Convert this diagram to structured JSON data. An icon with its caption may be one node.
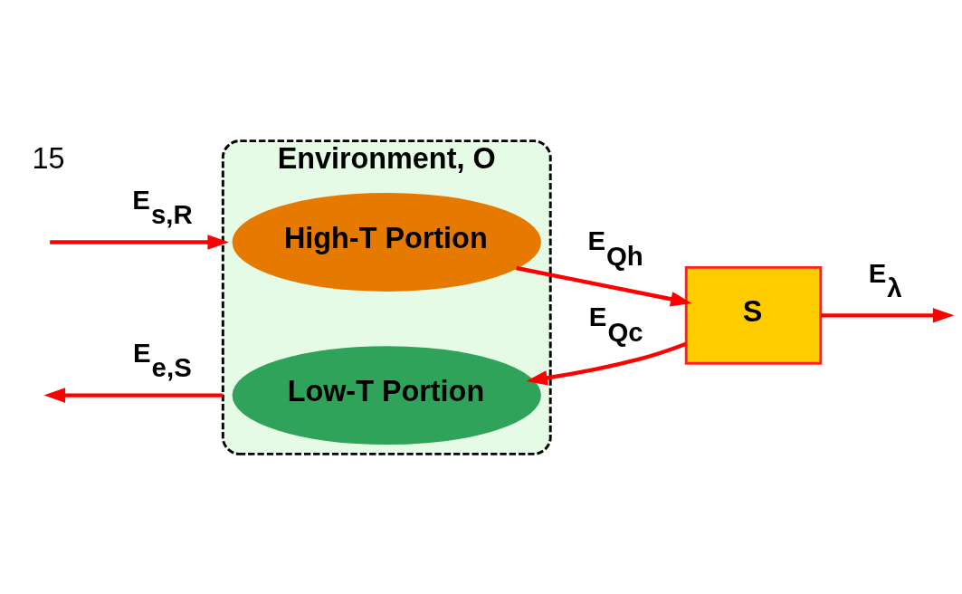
{
  "diagram": {
    "nodes": [
      {
        "text": [
          "Environment, O"
        ]
      },
      {
        "text": [
          "High-T Portion"
        ],
        "in": 0
      },
      {
        "text": [
          "Low-T Portion"
        ],
        "in": 0
      },
      {
        "text": [
          "S"
        ]
      }
    ],
    "edges": [
      {
        "from": null,
        "to": 0,
        "arrow": "to",
        "label": "E$_{s,R}$"
      },
      {
        "from": 0,
        "to": null,
        "arrow": "to",
        "label": "E$_{e,S}$"
      },
      {
        "from": 1,
        "to": 3,
        "arrow": "to",
        "label": "E$_{Qh}$"
      },
      {
        "from": 3,
        "to": 2,
        "arrow": "to",
        "label": "E$_{Qc}$"
      },
      {
        "from": 3,
        "to": null,
        "arrow": "to",
        "label": "E$_{λ}$"
      }
    ],
    "labels": [
      "15"
    ]
  }
}
